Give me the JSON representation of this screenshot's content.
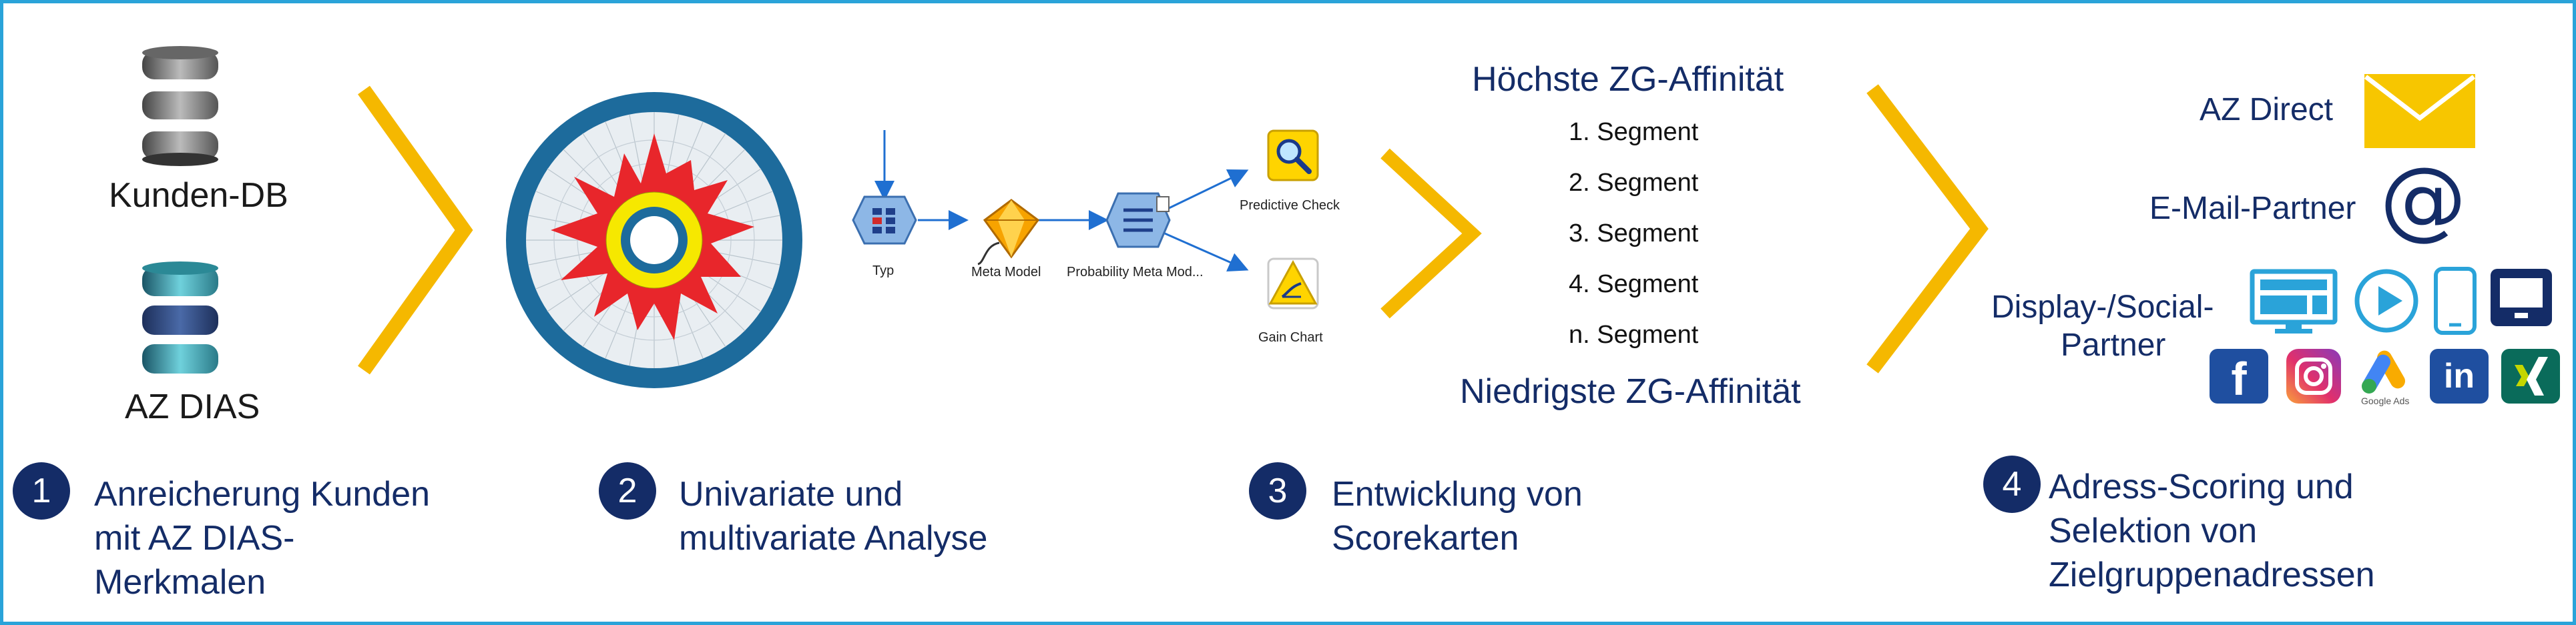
{
  "colors": {
    "navy": "#142c67",
    "accent_yellow": "#f5b800",
    "border_blue": "#2aa3d9",
    "teal": "#35b3c0"
  },
  "sources": {
    "customer_db": "Kunden-DB",
    "az_dias": "AZ DIAS"
  },
  "model_flow": {
    "node_typ": "Typ",
    "node_meta": "Meta Model",
    "node_probability": "Probability Meta Mod...",
    "node_predictive": "Predictive Check",
    "node_gain": "Gain Chart"
  },
  "segments": {
    "top": "Höchste ZG-Affinität",
    "items": [
      "1. Segment",
      "2. Segment",
      "3. Segment",
      "4. Segment",
      "n. Segment"
    ],
    "bottom": "Niedrigste ZG-Affinität"
  },
  "channels": {
    "az_direct": "AZ Direct",
    "email": "E-Mail-Partner",
    "display_line1": "Display-/Social-",
    "display_line2": "Partner",
    "google_ads": "Google Ads"
  },
  "steps": [
    {
      "number": "1",
      "lines": [
        "Anreicherung Kunden",
        "mit AZ DIAS-",
        "Merkmalen"
      ]
    },
    {
      "number": "2",
      "lines": [
        "Univariate und",
        "multivariate Analyse"
      ]
    },
    {
      "number": "3",
      "lines": [
        "Entwicklung von",
        "Scorekarten"
      ]
    },
    {
      "number": "4",
      "lines": [
        "Adress-Scoring und",
        "Selektion von",
        "Zielgruppenadressen"
      ]
    }
  ]
}
